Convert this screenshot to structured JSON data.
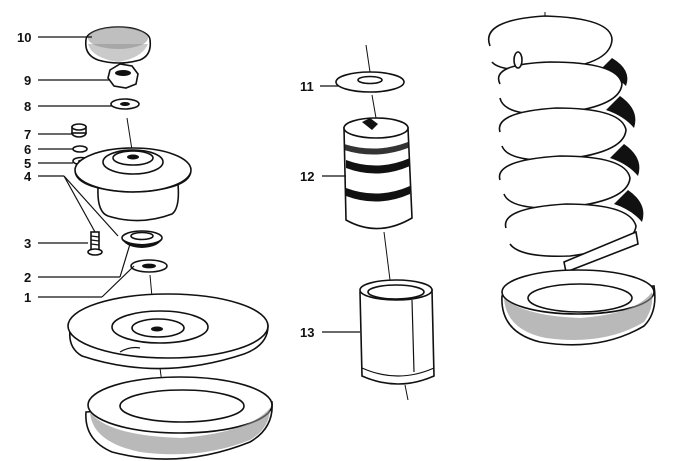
{
  "callouts": [
    {
      "id": "10",
      "label": "10"
    },
    {
      "id": "9",
      "label": "9"
    },
    {
      "id": "8",
      "label": "8"
    },
    {
      "id": "7",
      "label": "7"
    },
    {
      "id": "6",
      "label": "6"
    },
    {
      "id": "5",
      "label": "5"
    },
    {
      "id": "4",
      "label": "4"
    },
    {
      "id": "3",
      "label": "3"
    },
    {
      "id": "2",
      "label": "2"
    },
    {
      "id": "1",
      "label": "1"
    },
    {
      "id": "11",
      "label": "11"
    },
    {
      "id": "12",
      "label": "12"
    },
    {
      "id": "13",
      "label": "13"
    }
  ]
}
